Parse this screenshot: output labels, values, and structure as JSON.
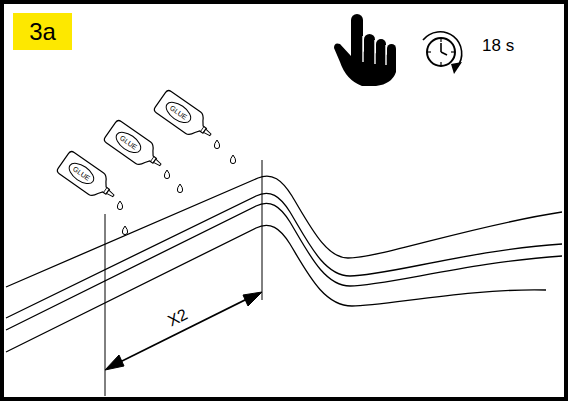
{
  "diagram": {
    "nodes": [
      {
        "text": [
          "3a"
        ]
      }
    ],
    "labels": [
      "GLUE",
      "GLUE",
      "GLUE",
      "18 s",
      "X2"
    ]
  }
}
